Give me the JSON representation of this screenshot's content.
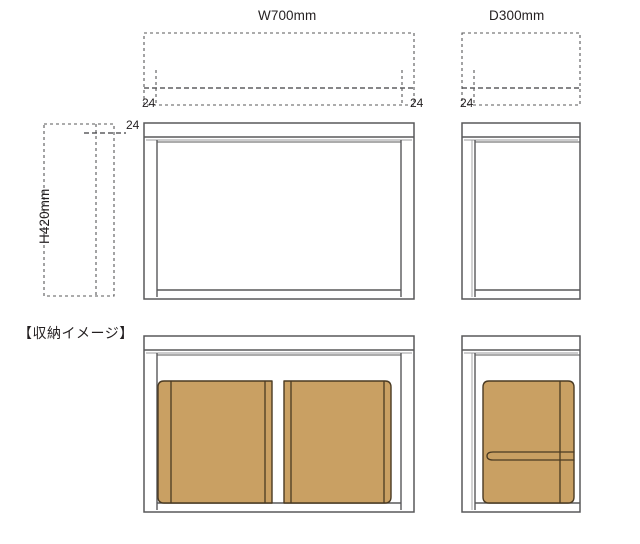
{
  "drawing": {
    "title_note": "【収納イメージ】",
    "dimensions": {
      "width_label": "W700mm",
      "depth_label": "D300mm",
      "height_label": "H420mm",
      "thickness_front_left": "24",
      "thickness_front_right": "24",
      "thickness_side_left": "24",
      "thickness_height_top": "24"
    },
    "colors": {
      "box_fill": "#c9a063",
      "box_stroke": "#4a3a22",
      "line": "#58585a",
      "line_dark": "#3f3f41",
      "dash": "#58585a",
      "text": "#231f20",
      "panel_fill": "#ffffff"
    },
    "views": {
      "front_elevation": "front-elevation-view",
      "side_elevation": "side-elevation-view",
      "front_storage": "front-storage-view",
      "side_storage": "side-storage-view"
    },
    "storage": {
      "front_box_count": "2",
      "side_box_count": "1"
    }
  }
}
